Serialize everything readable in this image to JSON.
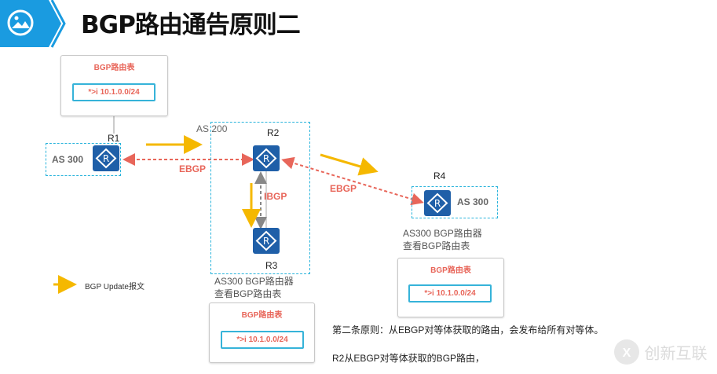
{
  "header": {
    "title": "BGP路由通告原则二",
    "icon": "image-icon"
  },
  "routers": {
    "r1": "R1",
    "r2": "R2",
    "r3": "R3",
    "r4": "R4"
  },
  "as_labels": {
    "r1_as": "AS 300",
    "as200": "AS 200",
    "r4_as": "AS 300"
  },
  "links": {
    "ebgp1": "EBGP",
    "ebgp2": "EBGP",
    "ibgp": "IBGP"
  },
  "tables": [
    {
      "title": "BGP路由表",
      "entry": "*>i  10.1.0.0/24"
    },
    {
      "title": "BGP路由表",
      "entry": "*>i  10.1.0.0/24"
    },
    {
      "title": "BGP路由表",
      "entry": "*>i  10.1.0.0/24"
    }
  ],
  "notes": {
    "r3_line1": "AS300 BGP路由器",
    "r3_line2": "查看BGP路由表",
    "r4_line1": "AS300 BGP路由器",
    "r4_line2": "查看BGP路由表"
  },
  "legend": {
    "label": "BGP Update报文"
  },
  "body": {
    "rule": "第二条原则：从EBGP对等体获取的路由，会发布给所有对等体。",
    "detail": "R2从EBGP对等体获取的BGP路由，"
  },
  "watermark": "创新互联",
  "colors": {
    "accent": "#1a9be0",
    "router": "#1f5fa8",
    "ebgp": "#e8665a",
    "update": "#f5b800",
    "as_border": "#2ab4dc"
  }
}
